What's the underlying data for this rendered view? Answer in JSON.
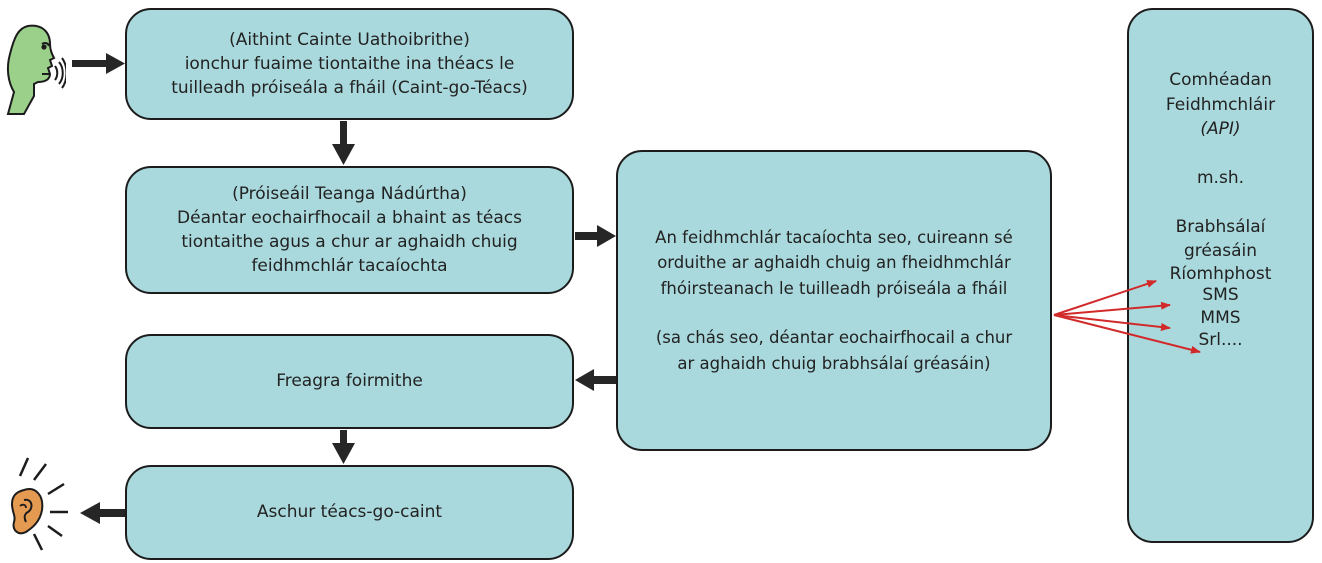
{
  "asr_box": {
    "line1": "(Aithint Cainte Uathoibrithe)",
    "line2": "ionchur fuaime tiontaithe ina théacs le",
    "line3": "tuilleadh próiseála a fháil (Caint-go-Téacs)"
  },
  "nlp_box": {
    "line1": "(Próiseáil Teanga Nádúrtha)",
    "line2": "Déantar eochairfhocail a bhaint as téacs",
    "line3": "tiontaithe agus a chur ar aghaidh chuig",
    "line4": "feidhmchlár tacaíochta"
  },
  "response_box": {
    "label": "Freagra foirmithe"
  },
  "tts_box": {
    "label": "Aschur téacs-go-caint"
  },
  "app_box": {
    "line1": "An feidhmchlár tacaíochta seo, cuireann sé",
    "line2": "orduithe ar aghaidh chuig an fheidhmchlár",
    "line3": "fhóirsteanach le tuilleadh próiseála a fháil",
    "line4": "(sa chás seo, déantar eochairfhocail a chur",
    "line5": "ar aghaidh chuig brabhsálaí gréasáin)"
  },
  "api_box": {
    "title1": "Comhéadan",
    "title2": "Feidhmchláir",
    "title3": "(API)",
    "example": "m.sh.",
    "item1": "Brabhsálaí",
    "item2": "gréasáin",
    "item3": "Ríomhphost",
    "item4": "SMS",
    "item5": "MMS",
    "item6": "Srl...."
  },
  "icons": {
    "speaker": "speaking-head-icon",
    "listener": "listening-ear-icon"
  },
  "colors": {
    "box_fill": "#a9d9dd",
    "box_border": "#1c1c1c",
    "arrow": "#262626",
    "red_arrow": "#d22a2a"
  }
}
